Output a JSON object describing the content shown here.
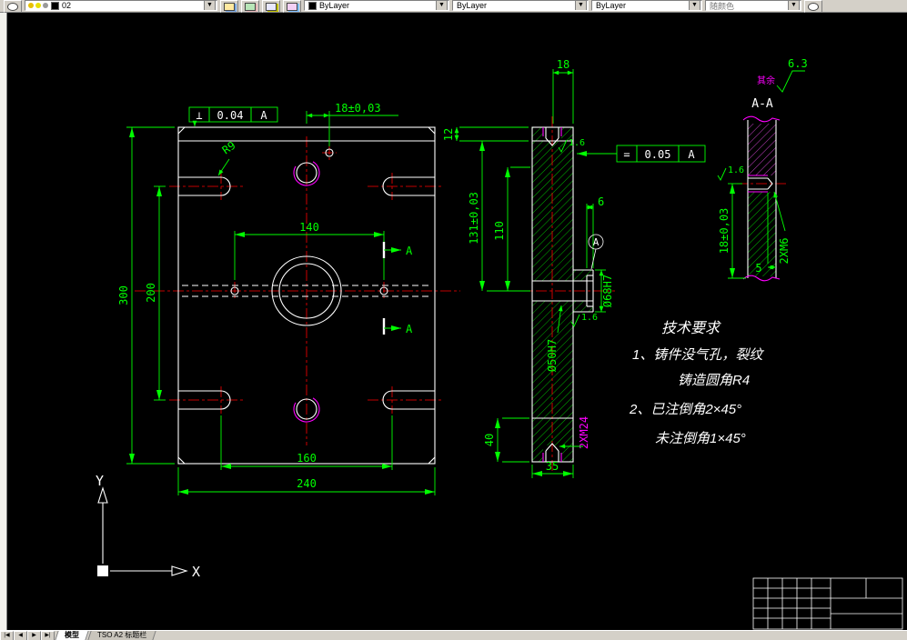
{
  "toolbar": {
    "layer": "02",
    "color": "ByLayer",
    "linetype": "ByLayer",
    "lineweight": "ByLayer",
    "plotstyle": "随颜色"
  },
  "statusbar": {
    "nav": [
      "|◀",
      "◀",
      "▶",
      "▶|"
    ],
    "model_tab": "模型",
    "layout_tab": "TSO A2 标题栏"
  },
  "dwg": {
    "front": {
      "d300": "300",
      "d200": "200",
      "d140": "140",
      "d160": "160",
      "d240": "240",
      "d18": "18±0,03",
      "r9": "R9",
      "sec": "A",
      "fcf_sym": "⊥",
      "fcf_val": "0.04",
      "fcf_datum": "A"
    },
    "sec": {
      "d18": "18",
      "d12": "12",
      "d131": "131±0,03",
      "d110": "110",
      "d6": "6",
      "d40": "40",
      "d35": "35",
      "o68": "Ø68H7",
      "o50": "Ø50H7",
      "m24": "2XM24",
      "fcf_sym": "=",
      "fcf_val": "0.05",
      "fcf_datum": "A",
      "datum": "A",
      "r16": "1.6"
    },
    "aa": {
      "title": "A-A",
      "d18": "18±0,03",
      "m6": "2XM6",
      "d5": "5",
      "r16": "1.6",
      "r63": "6.3",
      "rest": "其余"
    },
    "tech": {
      "t": "技术要求",
      "l1": "1、铸件没气孔，裂纹",
      "l2": "铸造圆角R4",
      "l3": "2、已注倒角2×45°",
      "l4": "未注倒角1×45°"
    },
    "ucs": {
      "x": "X",
      "y": "Y"
    }
  },
  "colors": {
    "dimension": "#00ff00",
    "centerline": "#ff0000",
    "outline": "#ffffff",
    "thread": "#ff00ff",
    "hatch_green": "#00b400",
    "hatch_magenta": "#cc44cc",
    "canvas": "#000000",
    "chrome": "#d4d0c8"
  }
}
